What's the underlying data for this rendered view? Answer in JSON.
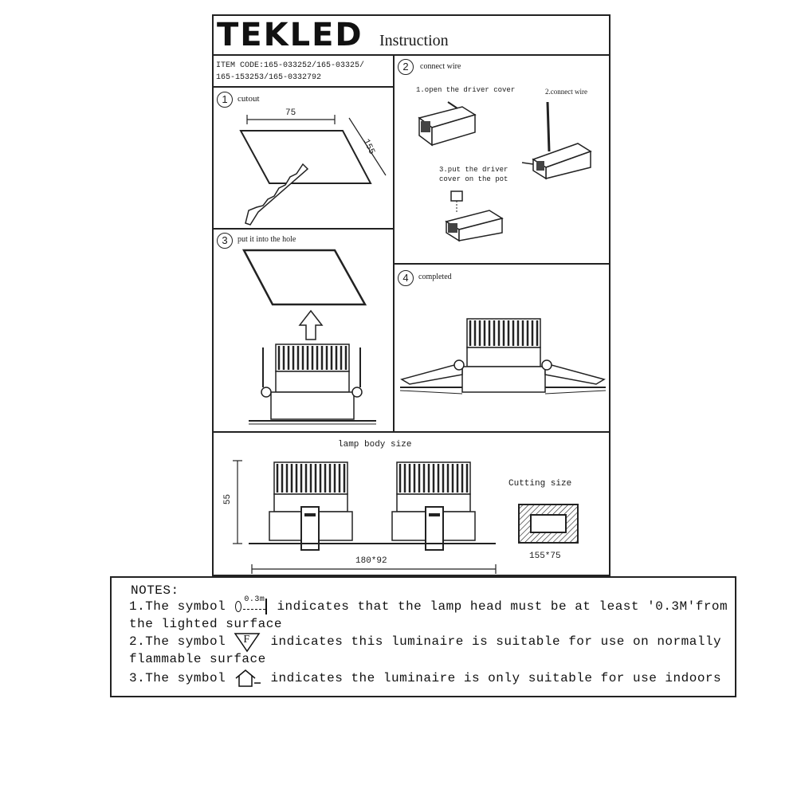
{
  "header": {
    "brand": "TEKLED",
    "title": "Instruction"
  },
  "item_code": {
    "line1": "ITEM CODE:165-033252/165-03325/",
    "line2": "165-153253/165-0332792"
  },
  "steps": {
    "cutout": {
      "number": "1",
      "label": "cutout",
      "width_dim": "75",
      "height_dim": "155"
    },
    "connect": {
      "number": "2",
      "label": "connect wire",
      "sub1": "1.open the driver cover",
      "sub2": "2.connect wire",
      "sub3_line1": "3.put the driver",
      "sub3_line2": "cover on the pot"
    },
    "insert": {
      "number": "3",
      "label": "put it into the hole"
    },
    "completed": {
      "number": "4",
      "label": "completed"
    }
  },
  "lamp_size": {
    "title": "lamp body size",
    "height_dim": "55",
    "width_dim": "180*92",
    "cutting_label": "Cutting size",
    "cutting_dim": "155*75"
  },
  "notes": {
    "title": "NOTES:",
    "n1_prefix": "1.The symbol",
    "n1_symbol": "0.3m",
    "n1_text": "indicates that the lamp head must be at least '0.3M'from",
    "n1_cont": "the lighted surface",
    "n2_prefix": "2.The symbol",
    "n2_symbol": "F",
    "n2_text": "indicates this luminaire is suitable for use on normally",
    "n2_cont": "flammable surface",
    "n3_prefix": "3.The symbol",
    "n3_text": "indicates the luminaire is only suitable for use indoors"
  }
}
